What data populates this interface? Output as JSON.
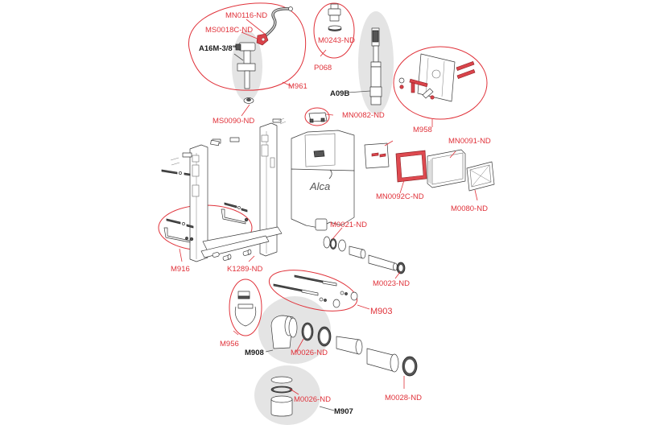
{
  "diagram": {
    "title": "Alca concealed cistern exploded parts diagram",
    "brand_logo_text": "Alca",
    "colors": {
      "label_red": "#e0323a",
      "label_black": "#1b1b1b",
      "group_ring": "#e0323a",
      "highlight_blob": "#e4e4e4",
      "accent_part": "#d9434a"
    },
    "labels": {
      "MN0116_ND": "MN0116-ND",
      "MS0018C_ND": "MS0018C-ND",
      "A16M": "A16M-3/8\"",
      "M961": "M961",
      "M0243_ND": "M0243-ND",
      "P068": "P068",
      "A09B": "A09B",
      "MS0090_ND": "MS0090-ND",
      "MN0082_ND": "MN0082-ND",
      "M958": "M958",
      "MN0091_ND": "MN0091-ND",
      "MN0092C_ND": "MN0092C-ND",
      "M0080_ND": "M0080-ND",
      "M0021_ND": "M0021-ND",
      "M0023_ND": "M0023-ND",
      "M916": "M916",
      "K1289_ND": "K1289-ND",
      "M903": "M903",
      "M956": "M956",
      "M908": "M908",
      "M0026_ND_a": "M0026-ND",
      "M0026_ND_b": "M0026-ND",
      "M907": "M907",
      "M0028_ND": "M0028-ND"
    },
    "groups": [
      {
        "id": "M961",
        "members": [
          "MN0116-ND",
          "MS0018C-ND",
          "A16M-3/8\""
        ]
      },
      {
        "id": "P068",
        "members": [
          "M0243-ND"
        ]
      },
      {
        "id": "M958",
        "members": []
      },
      {
        "id": "M916",
        "members": []
      },
      {
        "id": "M903",
        "members": []
      },
      {
        "id": "M956",
        "members": []
      }
    ]
  }
}
